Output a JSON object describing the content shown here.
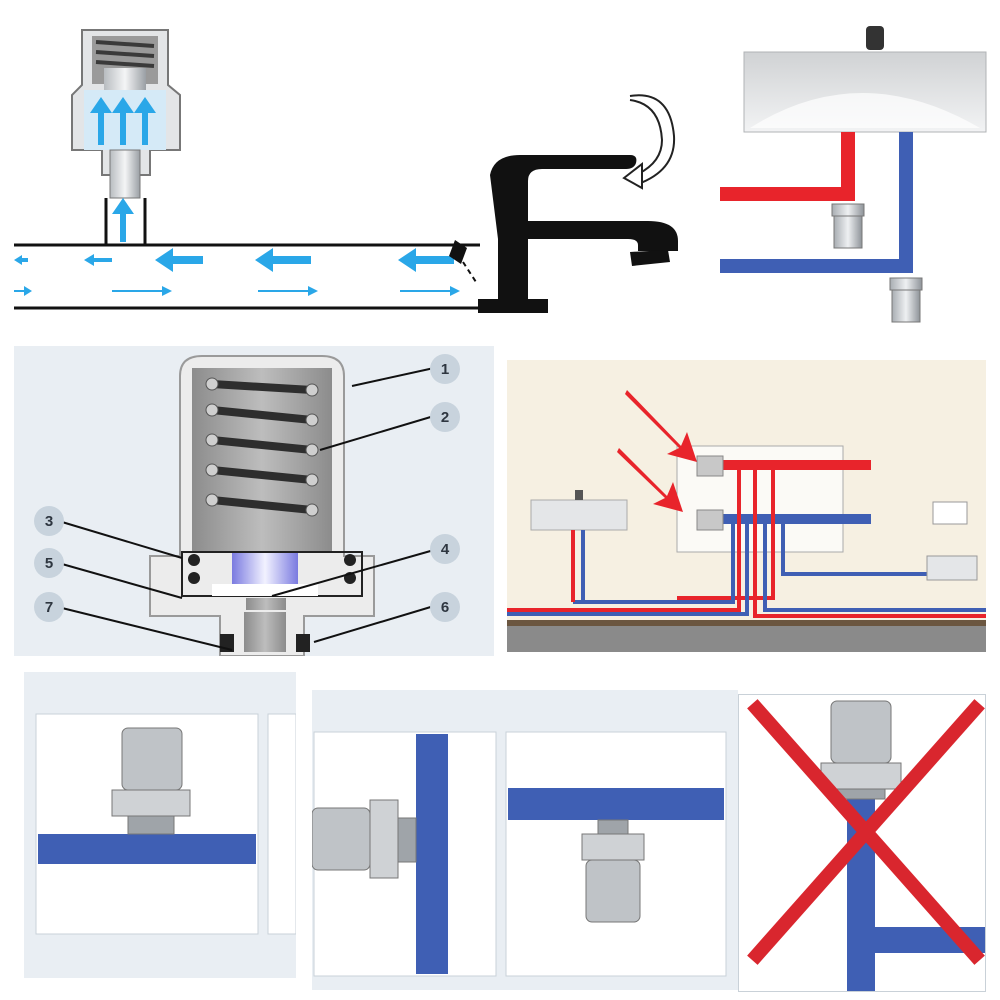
{
  "image": {
    "sections": [
      {
        "id": "water-hammer-flow",
        "description_icons": [
          "air-vent-valve",
          "pipe",
          "faucet",
          "rotation-arrow"
        ]
      },
      {
        "id": "heater-connection",
        "description_icons": [
          "water-heater",
          "hot-pipe",
          "cold-pipe",
          "arrestor"
        ]
      },
      {
        "id": "cutaway",
        "callouts": [
          "1",
          "2",
          "3",
          "4",
          "5",
          "6",
          "7"
        ]
      },
      {
        "id": "manifold-layout",
        "description_icons": [
          "manifold",
          "red-arrow",
          "washbasin",
          "thermostat"
        ]
      },
      {
        "id": "mounting-correct-vertical"
      },
      {
        "id": "mounting-correct-horizontal"
      },
      {
        "id": "mounting-correct-bottom"
      },
      {
        "id": "mounting-incorrect"
      }
    ]
  },
  "colors": {
    "hot": "#e8242b",
    "cold": "#3f5fb4",
    "arrow": "#2aa7e8",
    "cross": "#d9262e",
    "panel_bg": "#e9eef3",
    "manifold_bg": "#f6f0e2"
  }
}
